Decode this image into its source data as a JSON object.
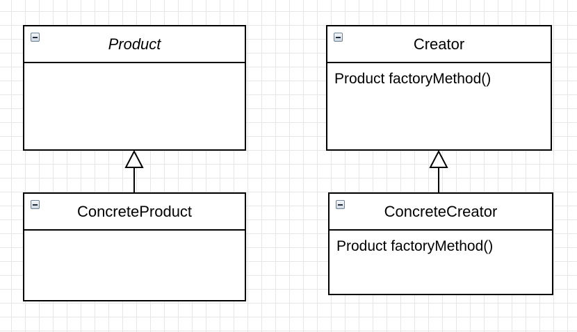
{
  "diagram": {
    "classes": {
      "product": {
        "name": "Product",
        "abstract": true,
        "members": []
      },
      "concrete_product": {
        "name": "ConcreteProduct",
        "abstract": false,
        "members": []
      },
      "creator": {
        "name": "Creator",
        "abstract": false,
        "members": [
          "Product factoryMethod()"
        ]
      },
      "concrete_creator": {
        "name": "ConcreteCreator",
        "abstract": false,
        "members": [
          "Product factoryMethod()"
        ]
      }
    },
    "relations": [
      {
        "type": "generalization",
        "from": "ConcreteProduct",
        "to": "Product"
      },
      {
        "type": "generalization",
        "from": "ConcreteCreator",
        "to": "Creator"
      }
    ],
    "colors": {
      "line": "#000000",
      "grid": "#e6e6e6",
      "background": "#ffffff",
      "collapse_icon_border": "#6d7f92"
    }
  }
}
